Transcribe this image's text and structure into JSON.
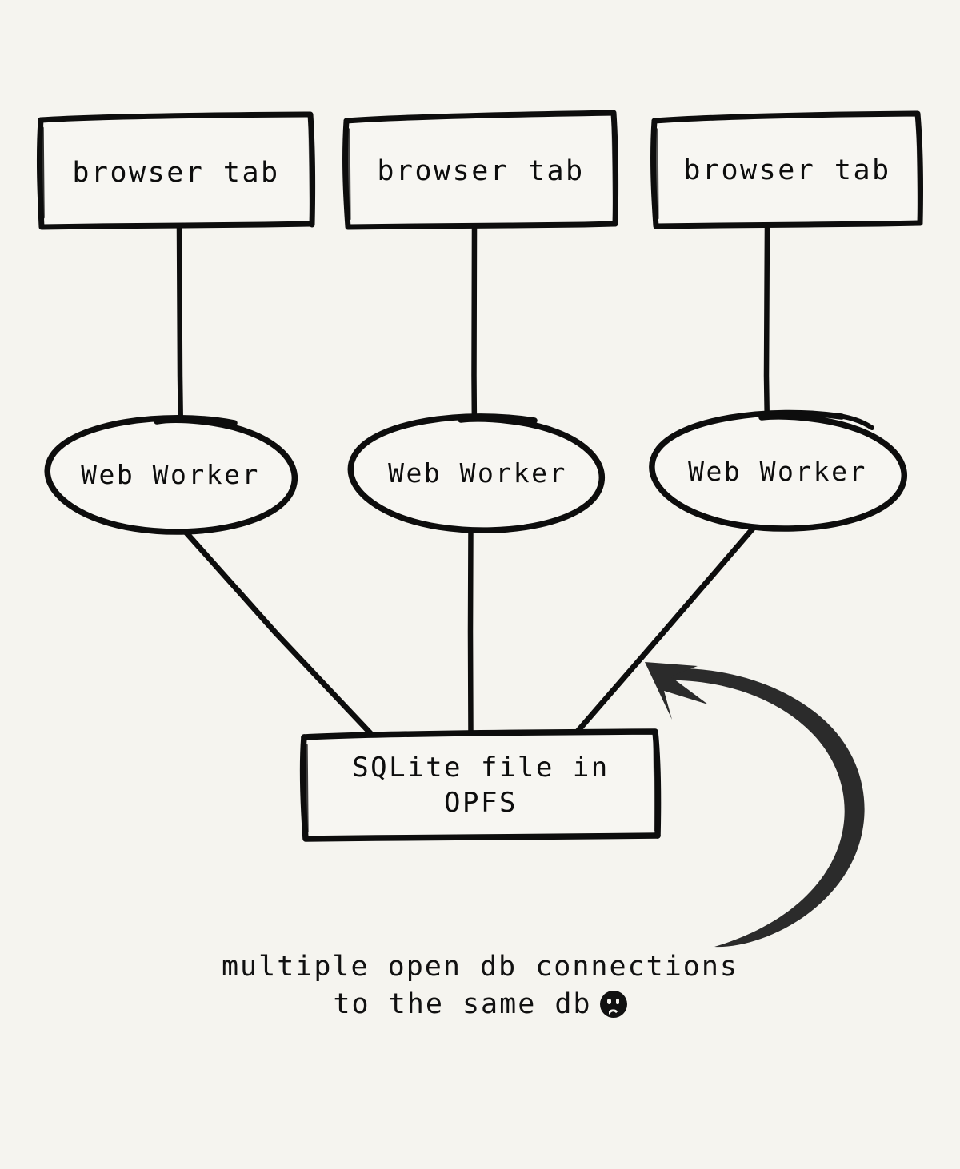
{
  "diagram": {
    "background_color": "#f5f4ef",
    "stroke_color": "#0d0d0d",
    "arrow_color": "#2b2b2b",
    "tabs": [
      {
        "label": "browser tab"
      },
      {
        "label": "browser tab"
      },
      {
        "label": "browser tab"
      }
    ],
    "workers": [
      {
        "label": "Web Worker"
      },
      {
        "label": "Web Worker"
      },
      {
        "label": "Web Worker"
      }
    ],
    "store": {
      "label": "SQLite file in\nOPFS"
    },
    "caption": {
      "line1": "multiple open db connections",
      "line2": "to the same db",
      "emoji_name": "frowning-face"
    }
  }
}
